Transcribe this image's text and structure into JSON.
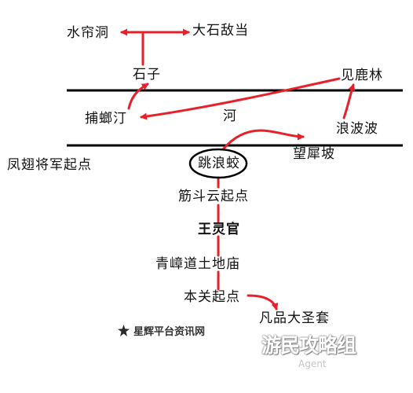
{
  "places": {
    "shuiliandong": "水帘洞",
    "dashigandang": "大石敌当",
    "shizi": "石子",
    "jianlulin": "见鹿林",
    "butingting": "捕螂汀",
    "he": "河",
    "langbobo": "浪波波",
    "fengchi": "凤翅将军起点",
    "tiaolangjiao": "跳浪蛟",
    "wangxipo": "望犀坡",
    "jindouyun": "筋斗云起点",
    "wanglingguan": "王灵官",
    "qingzhangdao": "青嶂道土地庙",
    "benguan": "本关起点",
    "fanpin": "凡品大圣套"
  },
  "watermark": {
    "site": "星辉平台资讯网",
    "gamersky": "游民攻略组",
    "agent": "Agent"
  },
  "colors": {
    "route": "#e8202a",
    "river_line": "#000000",
    "text": "#111111"
  }
}
